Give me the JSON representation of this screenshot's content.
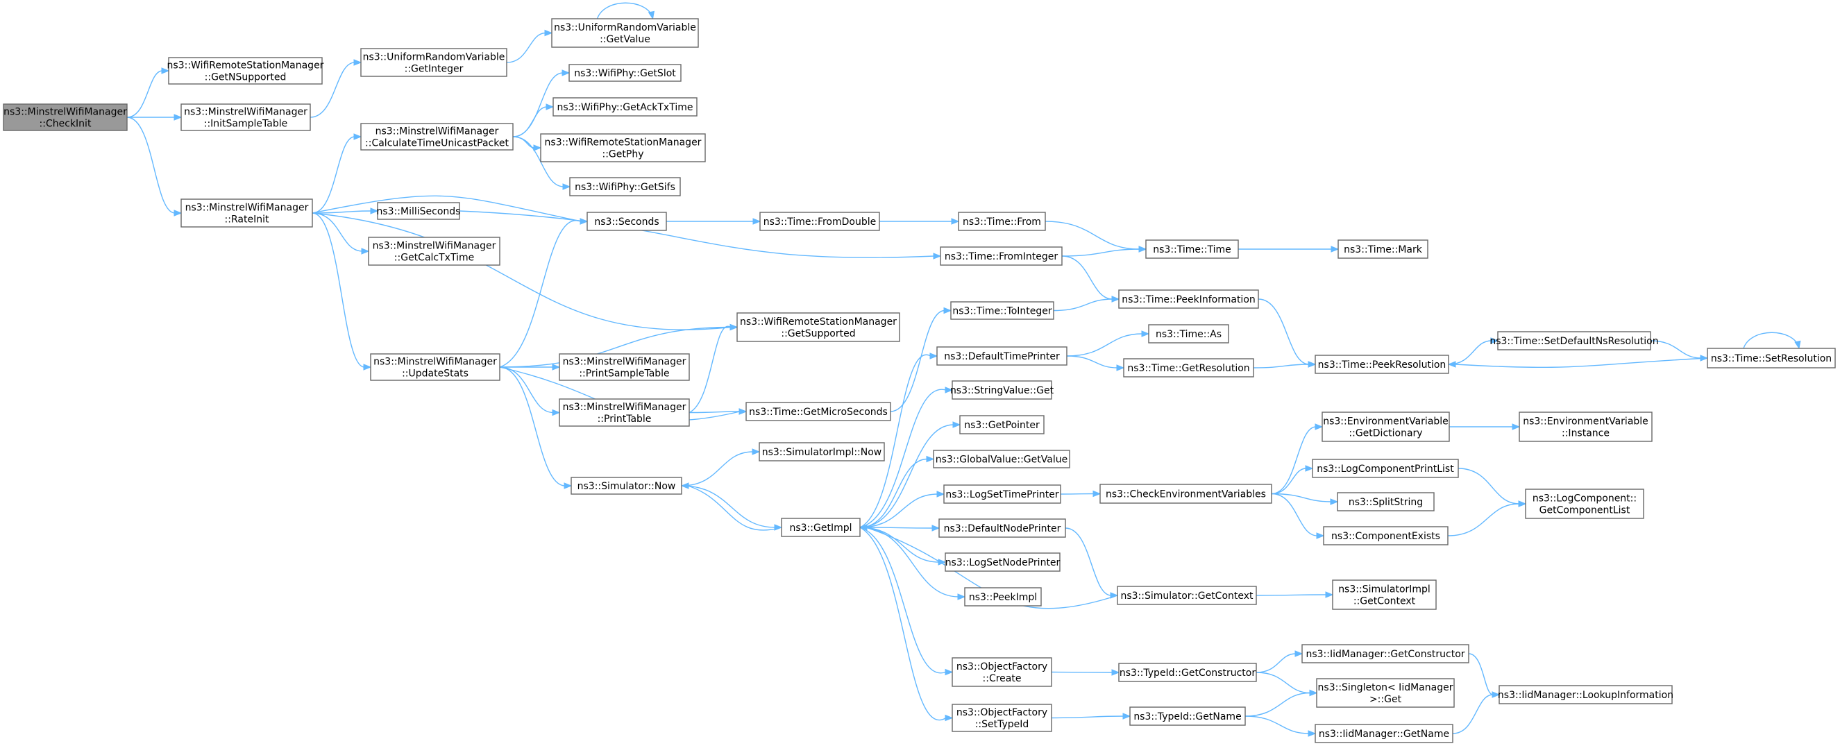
{
  "diagram": {
    "type": "call-graph",
    "root": "n0",
    "colors": {
      "edge": "#63b8ff",
      "node_border": "#666666",
      "root_fill": "#999999",
      "node_fill": "#ffffff"
    },
    "nodes": [
      {
        "id": "n0",
        "lines": [
          "ns3::MinstrelWifiManager",
          "::CheckInit"
        ]
      },
      {
        "id": "n1",
        "lines": [
          "ns3::WifiRemoteStationManager",
          "::GetNSupported"
        ]
      },
      {
        "id": "n2",
        "lines": [
          "ns3::MinstrelWifiManager",
          "::InitSampleTable"
        ]
      },
      {
        "id": "n3",
        "lines": [
          "ns3::MinstrelWifiManager",
          "::RateInit"
        ]
      },
      {
        "id": "n4",
        "lines": [
          "ns3::UniformRandomVariable",
          "::GetInteger"
        ]
      },
      {
        "id": "n5",
        "lines": [
          "ns3::UniformRandomVariable",
          "::GetValue"
        ]
      },
      {
        "id": "n6",
        "lines": [
          "ns3::MinstrelWifiManager",
          "::CalculateTimeUnicastPacket"
        ]
      },
      {
        "id": "n7",
        "lines": [
          "ns3::MilliSeconds"
        ]
      },
      {
        "id": "n8",
        "lines": [
          "ns3::MinstrelWifiManager",
          "::GetCalcTxTime"
        ]
      },
      {
        "id": "n9",
        "lines": [
          "ns3::MinstrelWifiManager",
          "::UpdateStats"
        ]
      },
      {
        "id": "n10",
        "lines": [
          "ns3::WifiPhy::GetSlot"
        ]
      },
      {
        "id": "n11",
        "lines": [
          "ns3::WifiPhy::GetAckTxTime"
        ]
      },
      {
        "id": "n12",
        "lines": [
          "ns3::WifiRemoteStationManager",
          "::GetPhy"
        ]
      },
      {
        "id": "n13",
        "lines": [
          "ns3::WifiPhy::GetSifs"
        ]
      },
      {
        "id": "n14",
        "lines": [
          "ns3::Seconds"
        ]
      },
      {
        "id": "n15",
        "lines": [
          "ns3::WifiRemoteStationManager",
          "::GetSupported"
        ]
      },
      {
        "id": "n16",
        "lines": [
          "ns3::MinstrelWifiManager",
          "::PrintSampleTable"
        ]
      },
      {
        "id": "n17",
        "lines": [
          "ns3::MinstrelWifiManager",
          "::PrintTable"
        ]
      },
      {
        "id": "n18",
        "lines": [
          "ns3::Simulator::Now"
        ]
      },
      {
        "id": "n19",
        "lines": [
          "ns3::Time::FromDouble"
        ]
      },
      {
        "id": "n20",
        "lines": [
          "ns3::Time::FromInteger"
        ]
      },
      {
        "id": "n21",
        "lines": [
          "ns3::Time::ToInteger"
        ]
      },
      {
        "id": "n22",
        "lines": [
          "ns3::Time::GetMicroSeconds"
        ]
      },
      {
        "id": "n23",
        "lines": [
          "ns3::SimulatorImpl::Now"
        ]
      },
      {
        "id": "n24",
        "lines": [
          "ns3::GetImpl"
        ]
      },
      {
        "id": "n25",
        "lines": [
          "ns3::Time::From"
        ]
      },
      {
        "id": "n26",
        "lines": [
          "ns3::Time::Time"
        ]
      },
      {
        "id": "n27",
        "lines": [
          "ns3::Time::Mark"
        ]
      },
      {
        "id": "n28",
        "lines": [
          "ns3::Time::PeekInformation"
        ]
      },
      {
        "id": "n29",
        "lines": [
          "ns3::DefaultTimePrinter"
        ]
      },
      {
        "id": "n30",
        "lines": [
          "ns3::Time::As"
        ]
      },
      {
        "id": "n31",
        "lines": [
          "ns3::Time::GetResolution"
        ]
      },
      {
        "id": "n32",
        "lines": [
          "ns3::Time::PeekResolution"
        ]
      },
      {
        "id": "n33",
        "lines": [
          "ns3::Time::SetDefaultNsResolution"
        ]
      },
      {
        "id": "n34",
        "lines": [
          "ns3::Time::SetResolution"
        ]
      },
      {
        "id": "n35",
        "lines": [
          "ns3::StringValue::Get"
        ]
      },
      {
        "id": "n36",
        "lines": [
          "ns3::GetPointer"
        ]
      },
      {
        "id": "n37",
        "lines": [
          "ns3::GlobalValue::GetValue"
        ]
      },
      {
        "id": "n38",
        "lines": [
          "ns3::LogSetTimePrinter"
        ]
      },
      {
        "id": "n39",
        "lines": [
          "ns3::CheckEnvironmentVariables"
        ]
      },
      {
        "id": "n40",
        "lines": [
          "ns3::EnvironmentVariable",
          "::GetDictionary"
        ]
      },
      {
        "id": "n41",
        "lines": [
          "ns3::EnvironmentVariable",
          "::Instance"
        ]
      },
      {
        "id": "n42",
        "lines": [
          "ns3::LogComponentPrintList"
        ]
      },
      {
        "id": "n43",
        "lines": [
          "ns3::SplitString"
        ]
      },
      {
        "id": "n44",
        "lines": [
          "ns3::ComponentExists"
        ]
      },
      {
        "id": "n45",
        "lines": [
          "ns3::LogComponent::",
          "GetComponentList"
        ]
      },
      {
        "id": "n46",
        "lines": [
          "ns3::DefaultNodePrinter"
        ]
      },
      {
        "id": "n47",
        "lines": [
          "ns3::LogSetNodePrinter"
        ]
      },
      {
        "id": "n48",
        "lines": [
          "ns3::PeekImpl"
        ]
      },
      {
        "id": "n49",
        "lines": [
          "ns3::Simulator::GetContext"
        ]
      },
      {
        "id": "n50",
        "lines": [
          "ns3::SimulatorImpl",
          "::GetContext"
        ]
      },
      {
        "id": "n51",
        "lines": [
          "ns3::ObjectFactory",
          "::Create"
        ]
      },
      {
        "id": "n52",
        "lines": [
          "ns3::TypeId::GetConstructor"
        ]
      },
      {
        "id": "n53",
        "lines": [
          "ns3::IidManager::GetConstructor"
        ]
      },
      {
        "id": "n54",
        "lines": [
          "ns3::Singleton< IidManager",
          " >::Get"
        ]
      },
      {
        "id": "n55",
        "lines": [
          "ns3::IidManager::LookupInformation"
        ]
      },
      {
        "id": "n56",
        "lines": [
          "ns3::ObjectFactory",
          "::SetTypeId"
        ]
      },
      {
        "id": "n57",
        "lines": [
          "ns3::TypeId::GetName"
        ]
      },
      {
        "id": "n58",
        "lines": [
          "ns3::IidManager::GetName"
        ]
      }
    ],
    "edges": [
      [
        "n0",
        "n1"
      ],
      [
        "n0",
        "n2"
      ],
      [
        "n0",
        "n3"
      ],
      [
        "n2",
        "n4"
      ],
      [
        "n4",
        "n5"
      ],
      [
        "n5",
        "n5"
      ],
      [
        "n3",
        "n6"
      ],
      [
        "n3",
        "n14"
      ],
      [
        "n3",
        "n7"
      ],
      [
        "n3",
        "n8"
      ],
      [
        "n3",
        "n15"
      ],
      [
        "n3",
        "n9"
      ],
      [
        "n6",
        "n10"
      ],
      [
        "n6",
        "n11"
      ],
      [
        "n6",
        "n12"
      ],
      [
        "n6",
        "n13"
      ],
      [
        "n7",
        "n20"
      ],
      [
        "n9",
        "n14"
      ],
      [
        "n9",
        "n15"
      ],
      [
        "n9",
        "n16"
      ],
      [
        "n9",
        "n17"
      ],
      [
        "n9",
        "n22"
      ],
      [
        "n9",
        "n18"
      ],
      [
        "n17",
        "n15"
      ],
      [
        "n17",
        "n22"
      ],
      [
        "n14",
        "n19"
      ],
      [
        "n19",
        "n25"
      ],
      [
        "n25",
        "n26"
      ],
      [
        "n20",
        "n26"
      ],
      [
        "n20",
        "n28"
      ],
      [
        "n26",
        "n27"
      ],
      [
        "n22",
        "n21"
      ],
      [
        "n21",
        "n28"
      ],
      [
        "n28",
        "n32"
      ],
      [
        "n18",
        "n23"
      ],
      [
        "n18",
        "n24"
      ],
      [
        "n24",
        "n18"
      ],
      [
        "n24",
        "n29"
      ],
      [
        "n24",
        "n35"
      ],
      [
        "n24",
        "n36"
      ],
      [
        "n24",
        "n37"
      ],
      [
        "n24",
        "n38"
      ],
      [
        "n24",
        "n46"
      ],
      [
        "n24",
        "n47"
      ],
      [
        "n24",
        "n48"
      ],
      [
        "n24",
        "n51"
      ],
      [
        "n24",
        "n56"
      ],
      [
        "n29",
        "n30"
      ],
      [
        "n29",
        "n31"
      ],
      [
        "n31",
        "n32"
      ],
      [
        "n32",
        "n33"
      ],
      [
        "n33",
        "n34"
      ],
      [
        "n34",
        "n32"
      ],
      [
        "n34",
        "n34"
      ],
      [
        "n38",
        "n39"
      ],
      [
        "n39",
        "n40"
      ],
      [
        "n39",
        "n42"
      ],
      [
        "n39",
        "n43"
      ],
      [
        "n39",
        "n44"
      ],
      [
        "n40",
        "n41"
      ],
      [
        "n42",
        "n45"
      ],
      [
        "n44",
        "n45"
      ],
      [
        "n46",
        "n49"
      ],
      [
        "n49",
        "n24"
      ],
      [
        "n49",
        "n50"
      ],
      [
        "n51",
        "n52"
      ],
      [
        "n52",
        "n53"
      ],
      [
        "n52",
        "n54"
      ],
      [
        "n53",
        "n55"
      ],
      [
        "n56",
        "n57"
      ],
      [
        "n57",
        "n54"
      ],
      [
        "n57",
        "n58"
      ],
      [
        "n58",
        "n55"
      ]
    ]
  }
}
